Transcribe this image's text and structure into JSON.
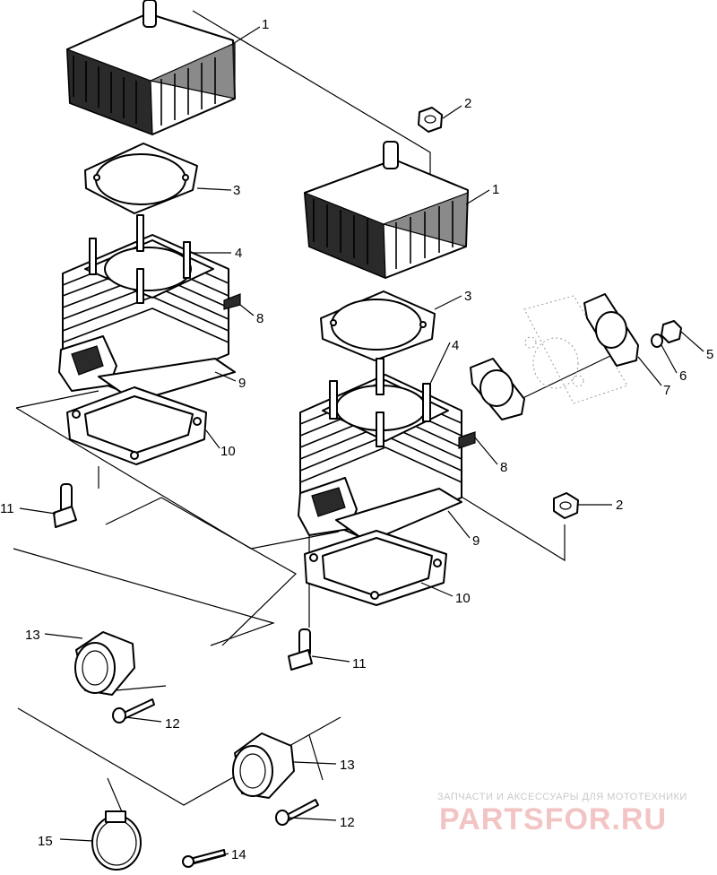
{
  "callouts": [
    "1",
    "2",
    "3",
    "4",
    "8",
    "9",
    "10",
    "11",
    "1",
    "3",
    "4",
    "2",
    "5",
    "6",
    "7",
    "8",
    "9",
    "10",
    "11",
    "13",
    "12",
    "13",
    "12",
    "15",
    "14"
  ],
  "watermark": {
    "tagline": "ЗАПЧАСТИ И АКСЕССУАРЫ ДЛЯ МОТОТЕХНИКИ",
    "brand": "PARTSFOR.RU"
  }
}
